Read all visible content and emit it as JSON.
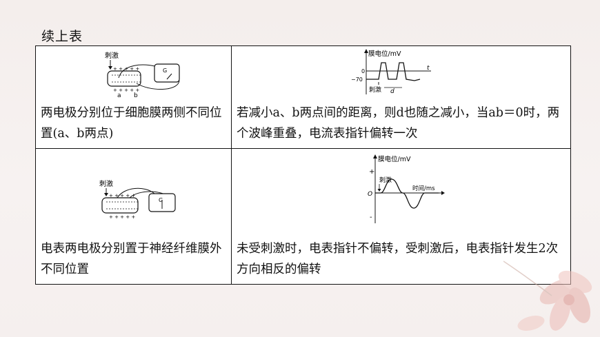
{
  "slide": {
    "title": "续上表"
  },
  "rows": [
    {
      "left_text": "两电极分别位于细胞膜两侧不同位置(a、b两点)",
      "right_text": "若减小a、b两点间的距离，则d也随之减小，当ab＝0时，两个波峰重叠，电流表指针偏转一次",
      "apparatus": {
        "stimulus_label": "刺激",
        "point_a": "a",
        "point_b": "b",
        "plus_row": "+ + + + +",
        "minus_row": "- - - - -",
        "meter_label": "G"
      },
      "graph": {
        "y_label": "膜电位/mV",
        "x_label": "t",
        "rest_value": "−70",
        "zero_label": "0",
        "stimulus_label": "刺激",
        "distance_label": "d"
      }
    },
    {
      "left_text": "电表两电极分别置于神经纤维膜外不同位置",
      "right_text": "未受刺激时，电表指针不偏转，受刺激后，电表指针发生2次方向相反的偏转",
      "apparatus": {
        "stimulus_label": "刺激",
        "plus_row": "+ + + + +",
        "minus_row": "- - - - -",
        "meter_label": "G"
      },
      "graph": {
        "y_label": "膜电位/mV",
        "x_label": "时间/ms",
        "origin_label": "O",
        "plus_sign": "+",
        "minus_sign": "-",
        "stimulus_label": "刺激"
      }
    }
  ]
}
